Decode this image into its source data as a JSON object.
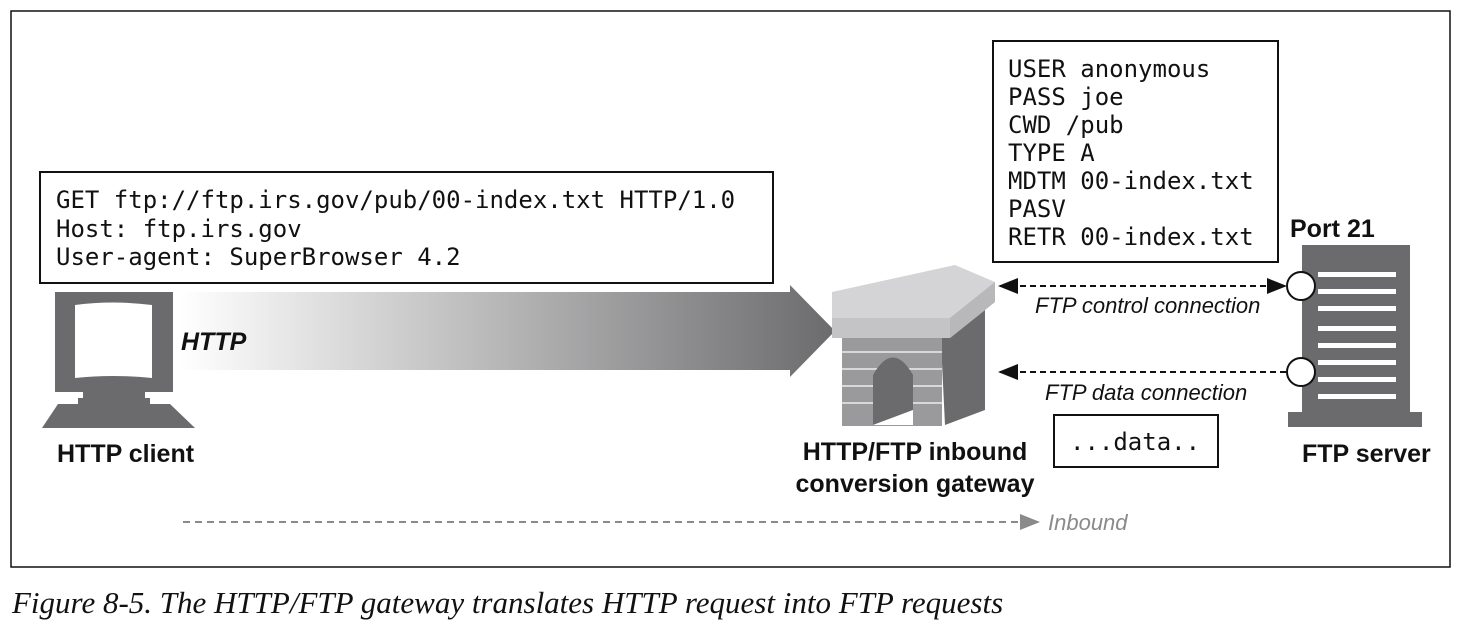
{
  "request": [
    "GET ftp://ftp.irs.gov/pub/00-index.txt HTTP/1.0",
    "Host: ftp.irs.gov",
    "User-agent: SuperBrowser 4.2"
  ],
  "ftp_commands": [
    "USER anonymous",
    "PASS joe",
    "CWD /pub",
    "TYPE A",
    "MDTM 00-index.txt",
    "PASV",
    "RETR 00-index.txt"
  ],
  "labels": {
    "http": "HTTP",
    "client": "HTTP client",
    "gateway_line1": "HTTP/FTP inbound",
    "gateway_line2": "conversion gateway",
    "port": "Port 21",
    "control": "FTP control connection",
    "data_conn": "FTP data connection",
    "data_box": "...data..",
    "server": "FTP server",
    "inbound": "Inbound"
  },
  "caption": "Figure 8-5. The HTTP/FTP gateway translates HTTP request into FTP requests",
  "colors": {
    "icon": "#6b6b6d",
    "inbound": "#8a8a8a"
  }
}
